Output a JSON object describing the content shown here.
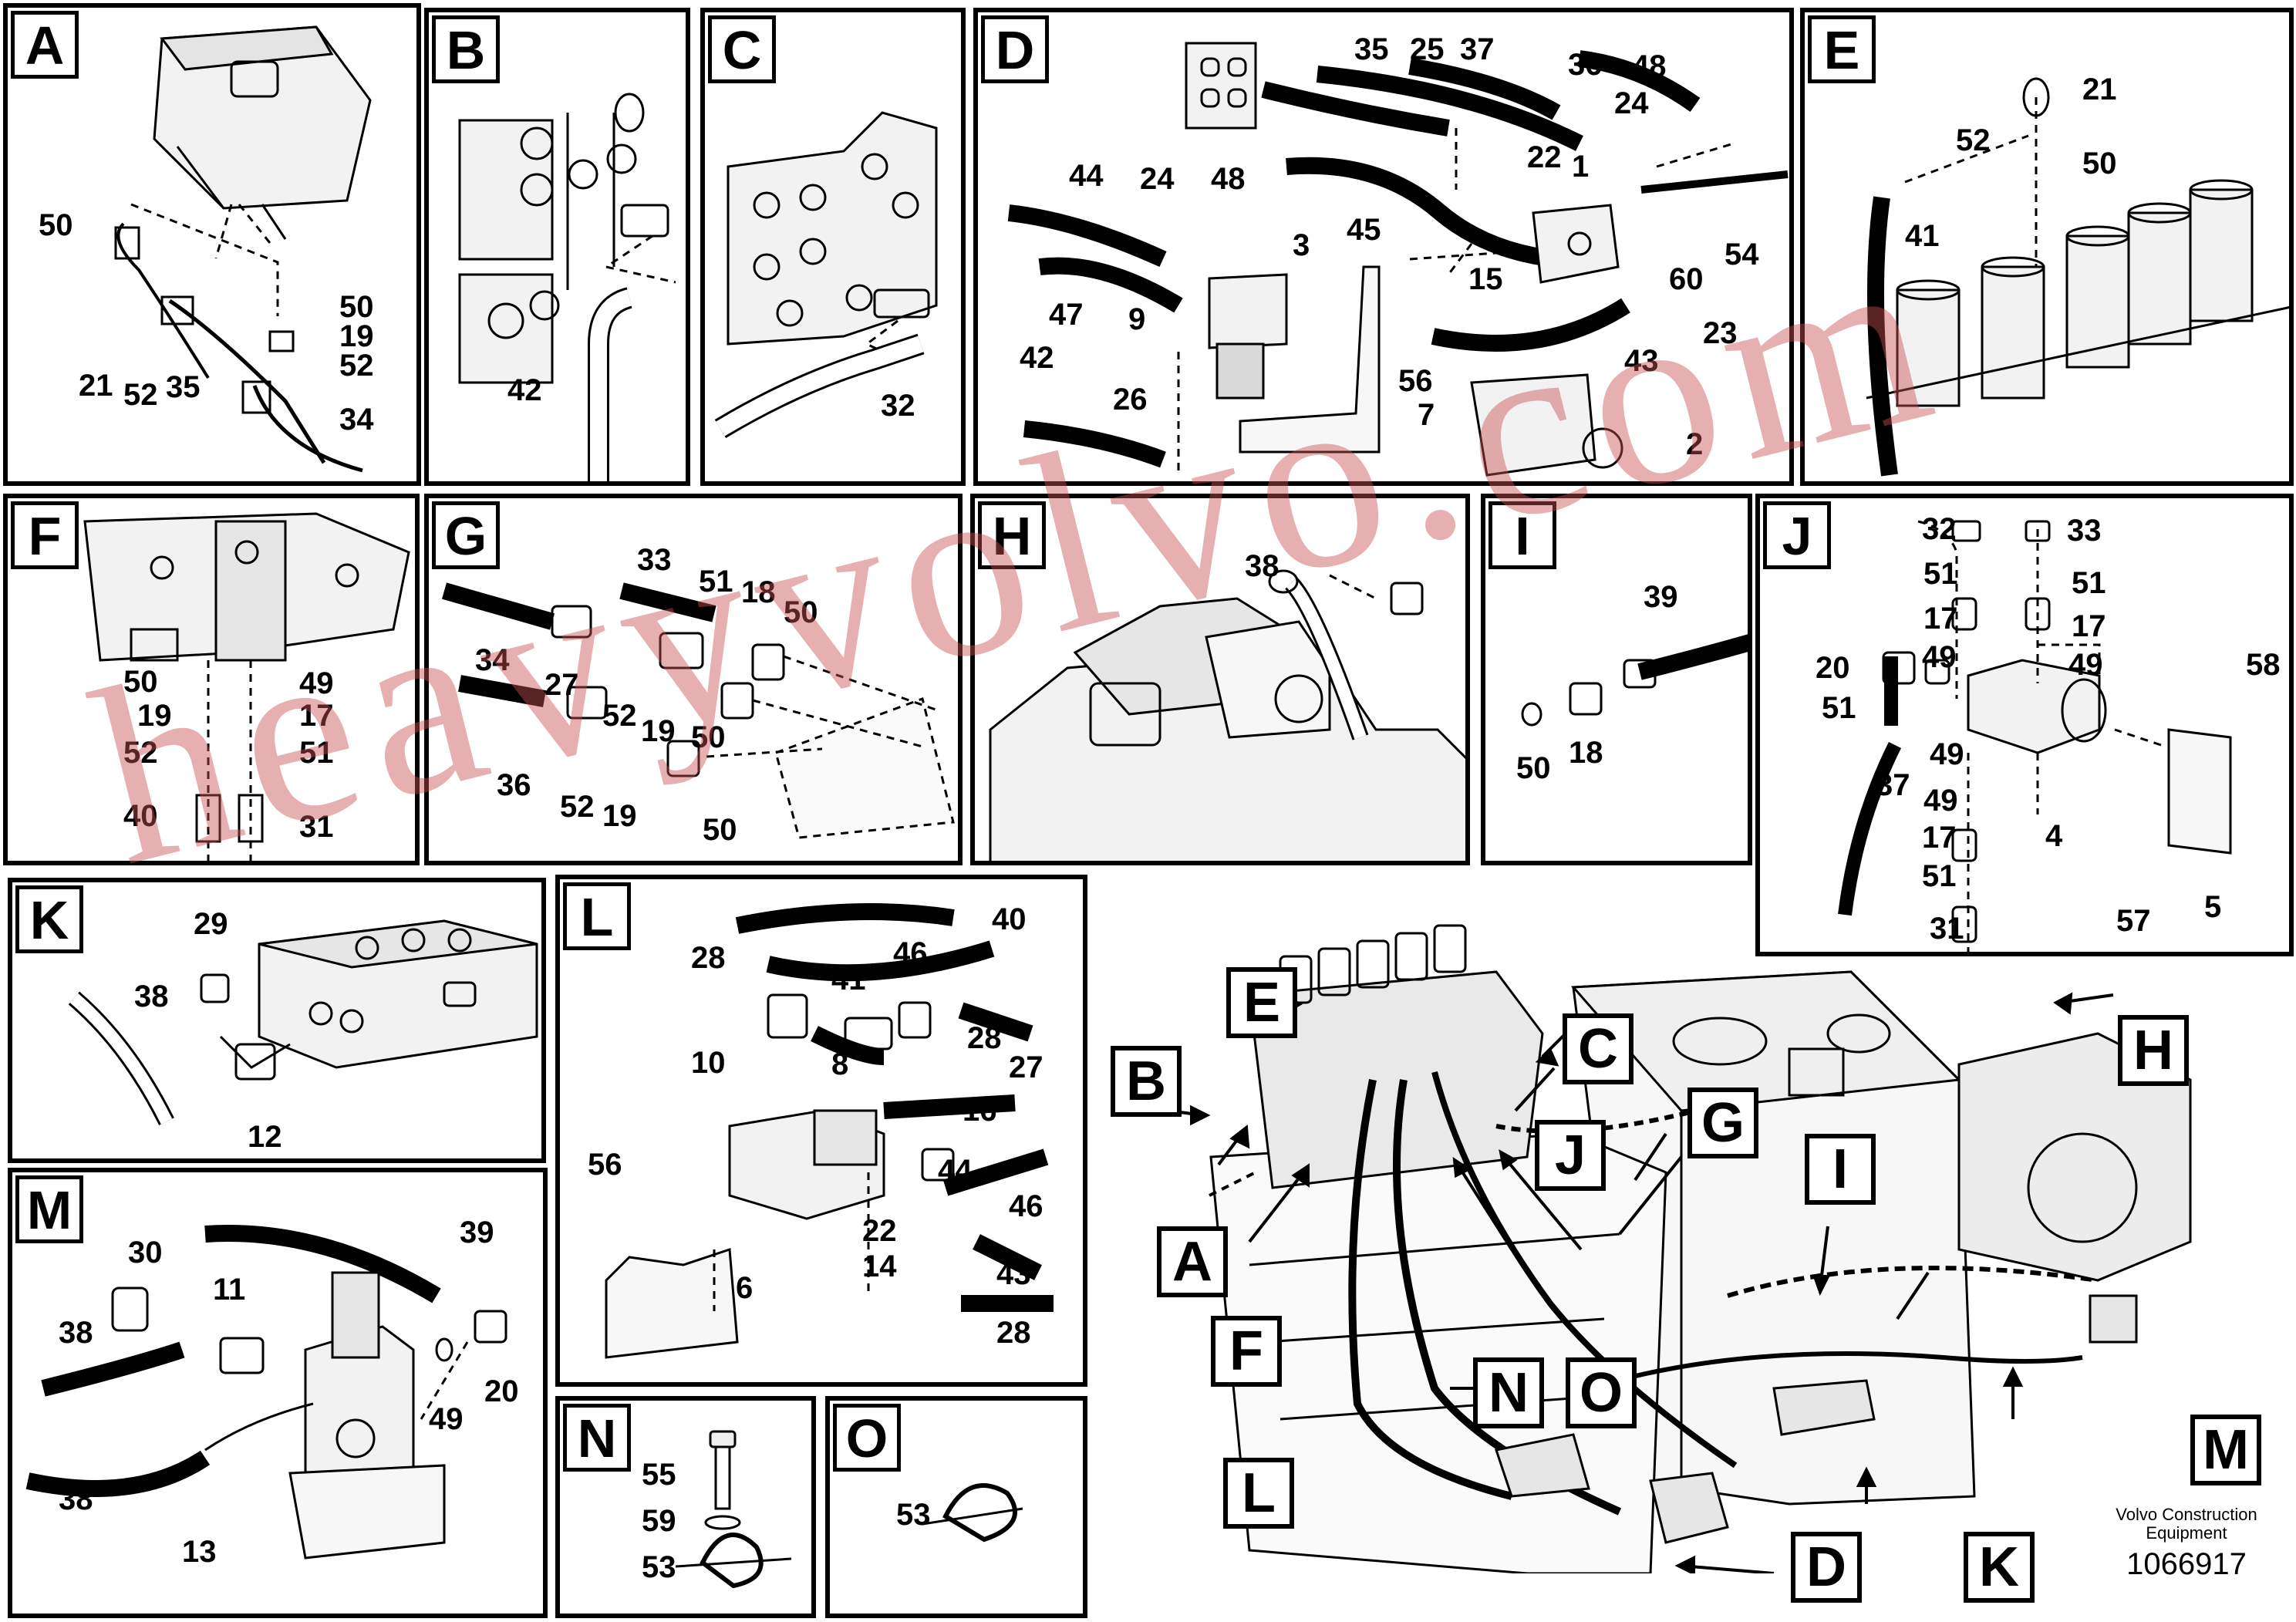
{
  "panels": {
    "A": {
      "label": "A",
      "callouts": [
        "50",
        "50",
        "19",
        "52",
        "21",
        "52",
        "35",
        "34"
      ]
    },
    "B": {
      "label": "B",
      "callouts": [
        "42"
      ]
    },
    "C": {
      "label": "C",
      "callouts": [
        "32"
      ]
    },
    "D": {
      "label": "D",
      "callouts": [
        "35",
        "25",
        "37",
        "36",
        "48",
        "24",
        "22",
        "1",
        "44",
        "24",
        "48",
        "3",
        "45",
        "15",
        "54",
        "60",
        "47",
        "9",
        "23",
        "42",
        "26",
        "56",
        "7",
        "43",
        "2"
      ]
    },
    "E": {
      "label": "E",
      "callouts": [
        "21",
        "52",
        "50",
        "41"
      ]
    },
    "F": {
      "label": "F",
      "callouts": [
        "50",
        "49",
        "19",
        "17",
        "52",
        "51",
        "40",
        "31"
      ]
    },
    "G": {
      "label": "G",
      "callouts": [
        "33",
        "51",
        "18",
        "50",
        "34",
        "27",
        "52",
        "19",
        "50",
        "36",
        "52",
        "19",
        "50"
      ]
    },
    "H": {
      "label": "H",
      "callouts": [
        "38"
      ]
    },
    "I": {
      "label": "I",
      "callouts": [
        "39",
        "50",
        "18"
      ]
    },
    "J": {
      "label": "J",
      "callouts": [
        "32",
        "33",
        "51",
        "51",
        "17",
        "17",
        "49",
        "49",
        "20",
        "58",
        "51",
        "49",
        "37",
        "49",
        "4",
        "17",
        "51",
        "57",
        "5",
        "31"
      ]
    },
    "K": {
      "label": "K",
      "callouts": [
        "29",
        "38",
        "12"
      ]
    },
    "L": {
      "label": "L",
      "callouts": [
        "40",
        "28",
        "46",
        "41",
        "10",
        "28",
        "8",
        "27",
        "16",
        "56",
        "44",
        "46",
        "22",
        "14",
        "43",
        "6",
        "28"
      ]
    },
    "M": {
      "label": "M",
      "callouts": [
        "30",
        "11",
        "39",
        "38",
        "49",
        "20",
        "38",
        "13"
      ]
    },
    "N": {
      "label": "N",
      "callouts": [
        "55",
        "59",
        "53"
      ]
    },
    "O": {
      "label": "O",
      "callouts": [
        "53"
      ]
    }
  },
  "main_labels": [
    "E",
    "C",
    "B",
    "G",
    "H",
    "I",
    "J",
    "A",
    "F",
    "N",
    "O",
    "L",
    "D",
    "K",
    "M"
  ],
  "footer": {
    "company_line1": "Volvo Construction",
    "company_line2": "Equipment",
    "drawing_number": "1066917"
  },
  "watermark": "heavyvolvo.com"
}
